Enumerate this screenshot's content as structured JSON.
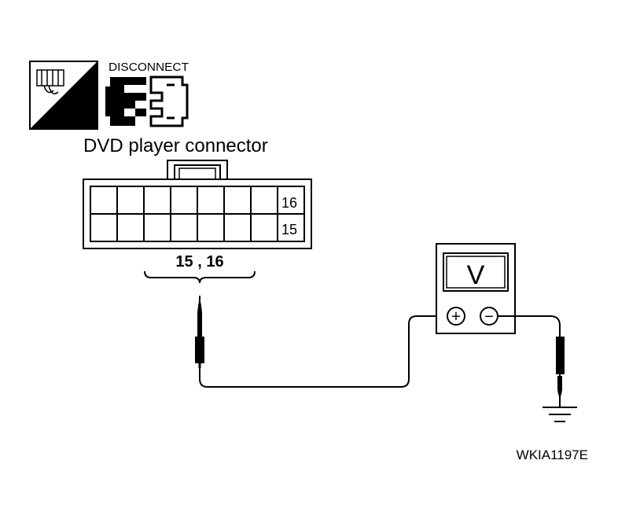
{
  "icons": {
    "hs_label": "H.S.",
    "disconnect_label": "DISCONNECT"
  },
  "connector": {
    "title": "DVD player connector",
    "pin_top": "16",
    "pin_bottom": "15",
    "terminals_label": "15 , 16"
  },
  "meter": {
    "display": "V",
    "plus_symbol": "+",
    "minus_symbol": "−"
  },
  "figure_code": "WKIA1197E",
  "colors": {
    "ink": "#000000",
    "background": "#ffffff"
  }
}
